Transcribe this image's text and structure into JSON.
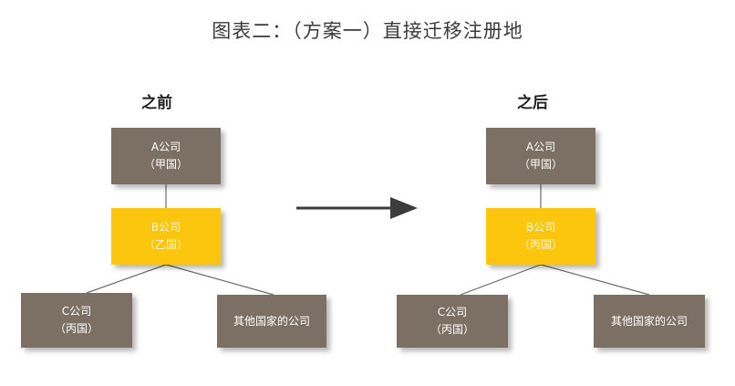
{
  "title": "图表二：（方案一）直接迁移注册地",
  "colors": {
    "brown_box": "#7c6f64",
    "yellow_box": "#fcc60f",
    "line": "#6b6b6b",
    "arrow": "#3c3c3c"
  },
  "before": {
    "label": "之前",
    "a": {
      "line1": "A公司",
      "line2": "（甲国）"
    },
    "b": {
      "line1": "B公司",
      "line2": "（乙国）"
    },
    "c": {
      "line1": "C公司",
      "line2": "（丙国）"
    },
    "other": {
      "line1": "其他国家的公司"
    }
  },
  "after": {
    "label": "之后",
    "a": {
      "line1": "A公司",
      "line2": "（甲国）"
    },
    "b": {
      "line1": "B公司",
      "line2": "（丙国）"
    },
    "c": {
      "line1": "C公司",
      "line2": "（丙国）"
    },
    "other": {
      "line1": "其他国家的公司"
    }
  }
}
